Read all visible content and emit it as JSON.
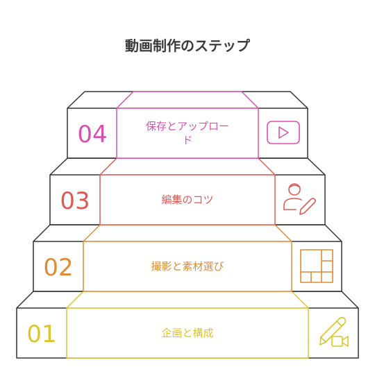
{
  "title": "動画制作のステップ",
  "steps": [
    {
      "number": "01",
      "label": "企画と構成",
      "color": "#dcc42c",
      "icon": "pencil-camera-icon"
    },
    {
      "number": "02",
      "label": "撮影と素材選び",
      "color": "#dd8b34",
      "icon": "layout-grid-icon"
    },
    {
      "number": "03",
      "label": "編集のコツ",
      "color": "#df5a55",
      "icon": "user-edit-icon"
    },
    {
      "number": "04",
      "label_lines": [
        "保存とアップロー",
        "ド"
      ],
      "color": "#d84fb2",
      "icon": "play-button-icon"
    }
  ],
  "outline_color": "#333333"
}
